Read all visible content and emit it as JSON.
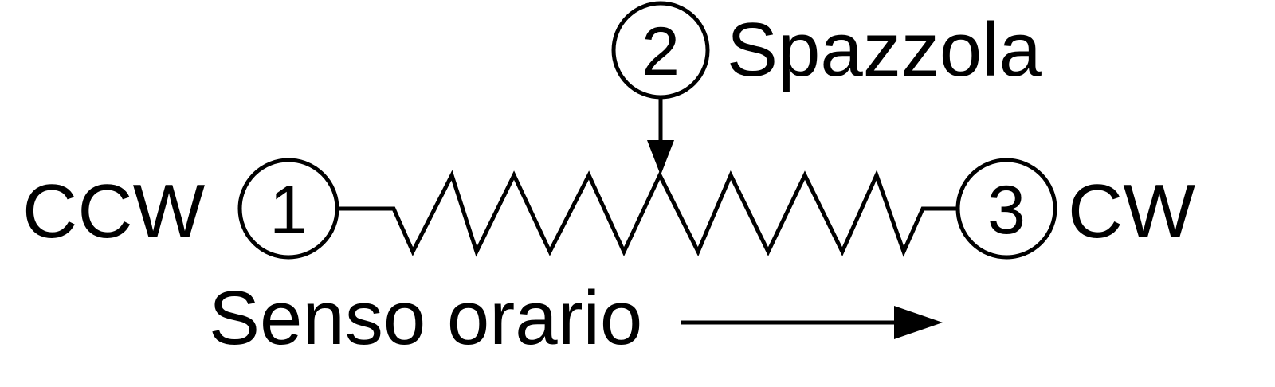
{
  "terminals": [
    {
      "number": "1",
      "label": "CCW"
    },
    {
      "number": "2",
      "label": "Spazzola"
    },
    {
      "number": "3",
      "label": "CW"
    }
  ],
  "direction_label": "Senso orario",
  "colors": {
    "stroke": "#000000",
    "background": "#ffffff"
  }
}
